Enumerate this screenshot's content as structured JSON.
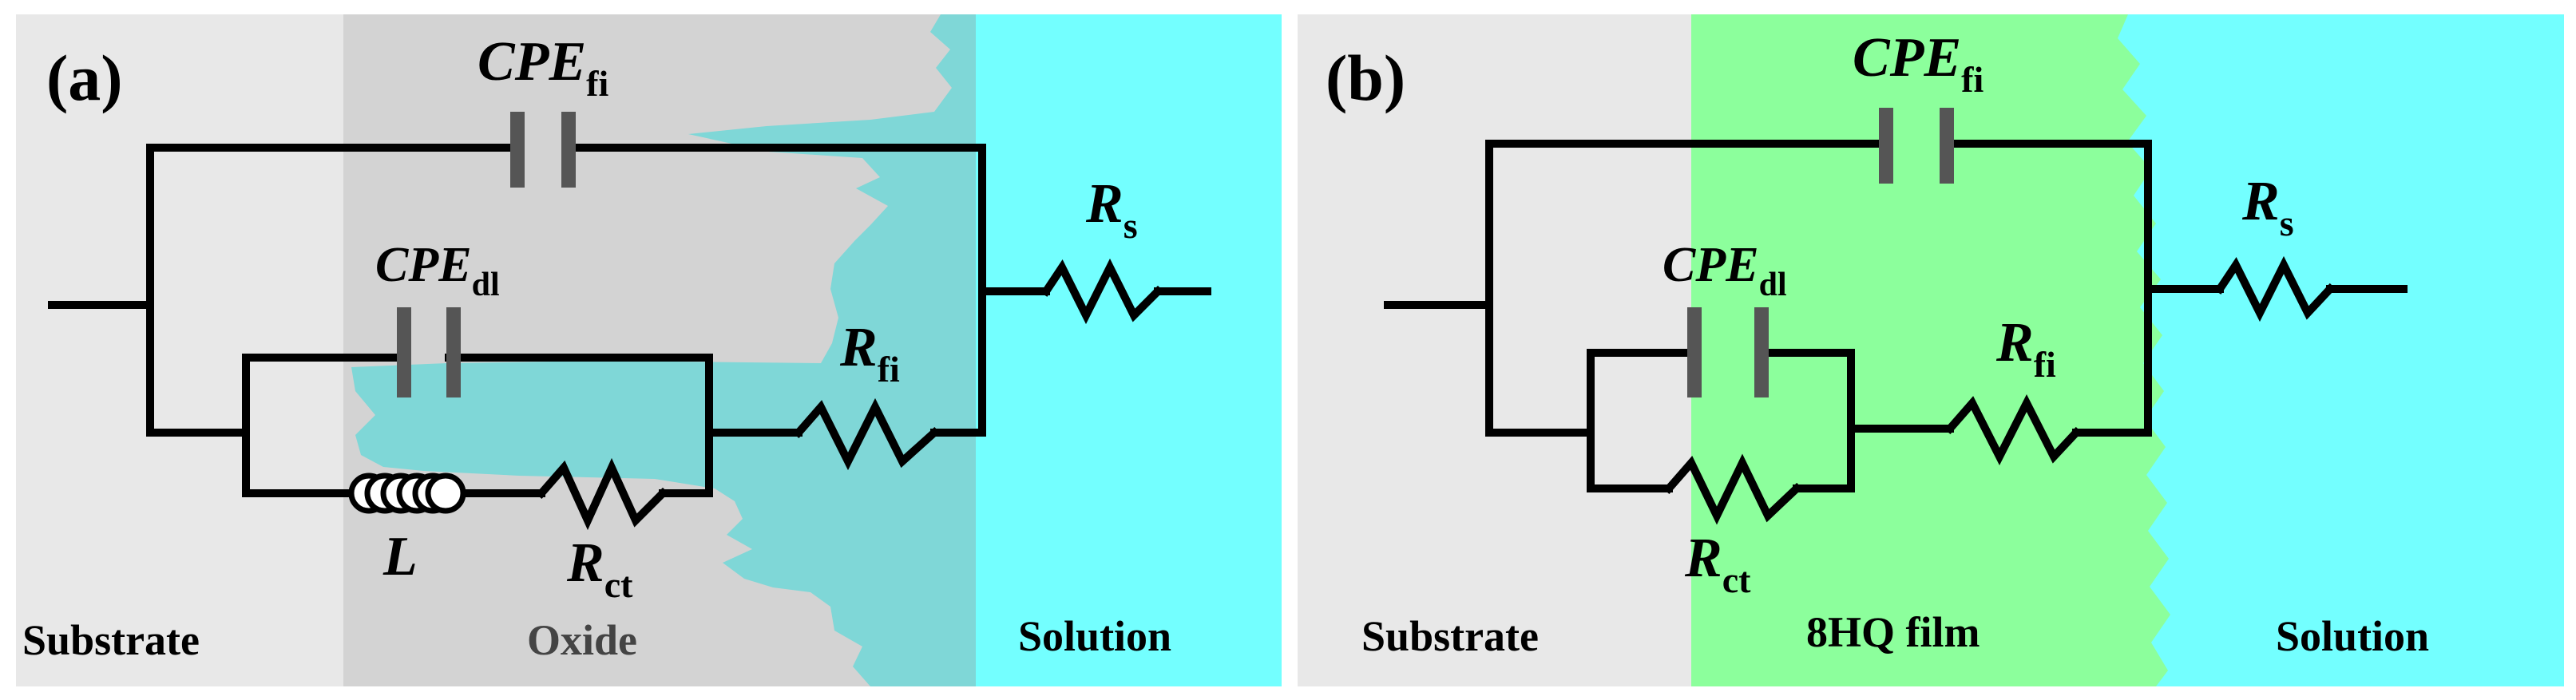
{
  "colors": {
    "substrate": "#e8e8e8",
    "oxide": "#d3d3d3",
    "oxide_wet": "#7fd7d7",
    "solution": "#73ffff",
    "film": "#8cff9c",
    "wire": "#000000",
    "plate": "#555555",
    "oxide_label": "#444444"
  },
  "panel_a": {
    "label": "(a)",
    "regions": {
      "substrate": "Substrate",
      "oxide": "Oxide",
      "solution": "Solution"
    },
    "components": {
      "cpe_fi": {
        "main": "CPE",
        "sub": "fi"
      },
      "cpe_dl": {
        "main": "CPE",
        "sub": "dl"
      },
      "r_s": {
        "main": "R",
        "sub": "s"
      },
      "r_fi": {
        "main": "R",
        "sub": "fi"
      },
      "r_ct": {
        "main": "R",
        "sub": "ct"
      },
      "l": {
        "main": "L"
      }
    }
  },
  "panel_b": {
    "label": "(b)",
    "regions": {
      "substrate": "Substrate",
      "film": "8HQ film",
      "solution": "Solution"
    },
    "components": {
      "cpe_fi": {
        "main": "CPE",
        "sub": "fi"
      },
      "cpe_dl": {
        "main": "CPE",
        "sub": "dl"
      },
      "r_s": {
        "main": "R",
        "sub": "s"
      },
      "r_fi": {
        "main": "R",
        "sub": "fi"
      },
      "r_ct": {
        "main": "R",
        "sub": "ct"
      }
    }
  }
}
